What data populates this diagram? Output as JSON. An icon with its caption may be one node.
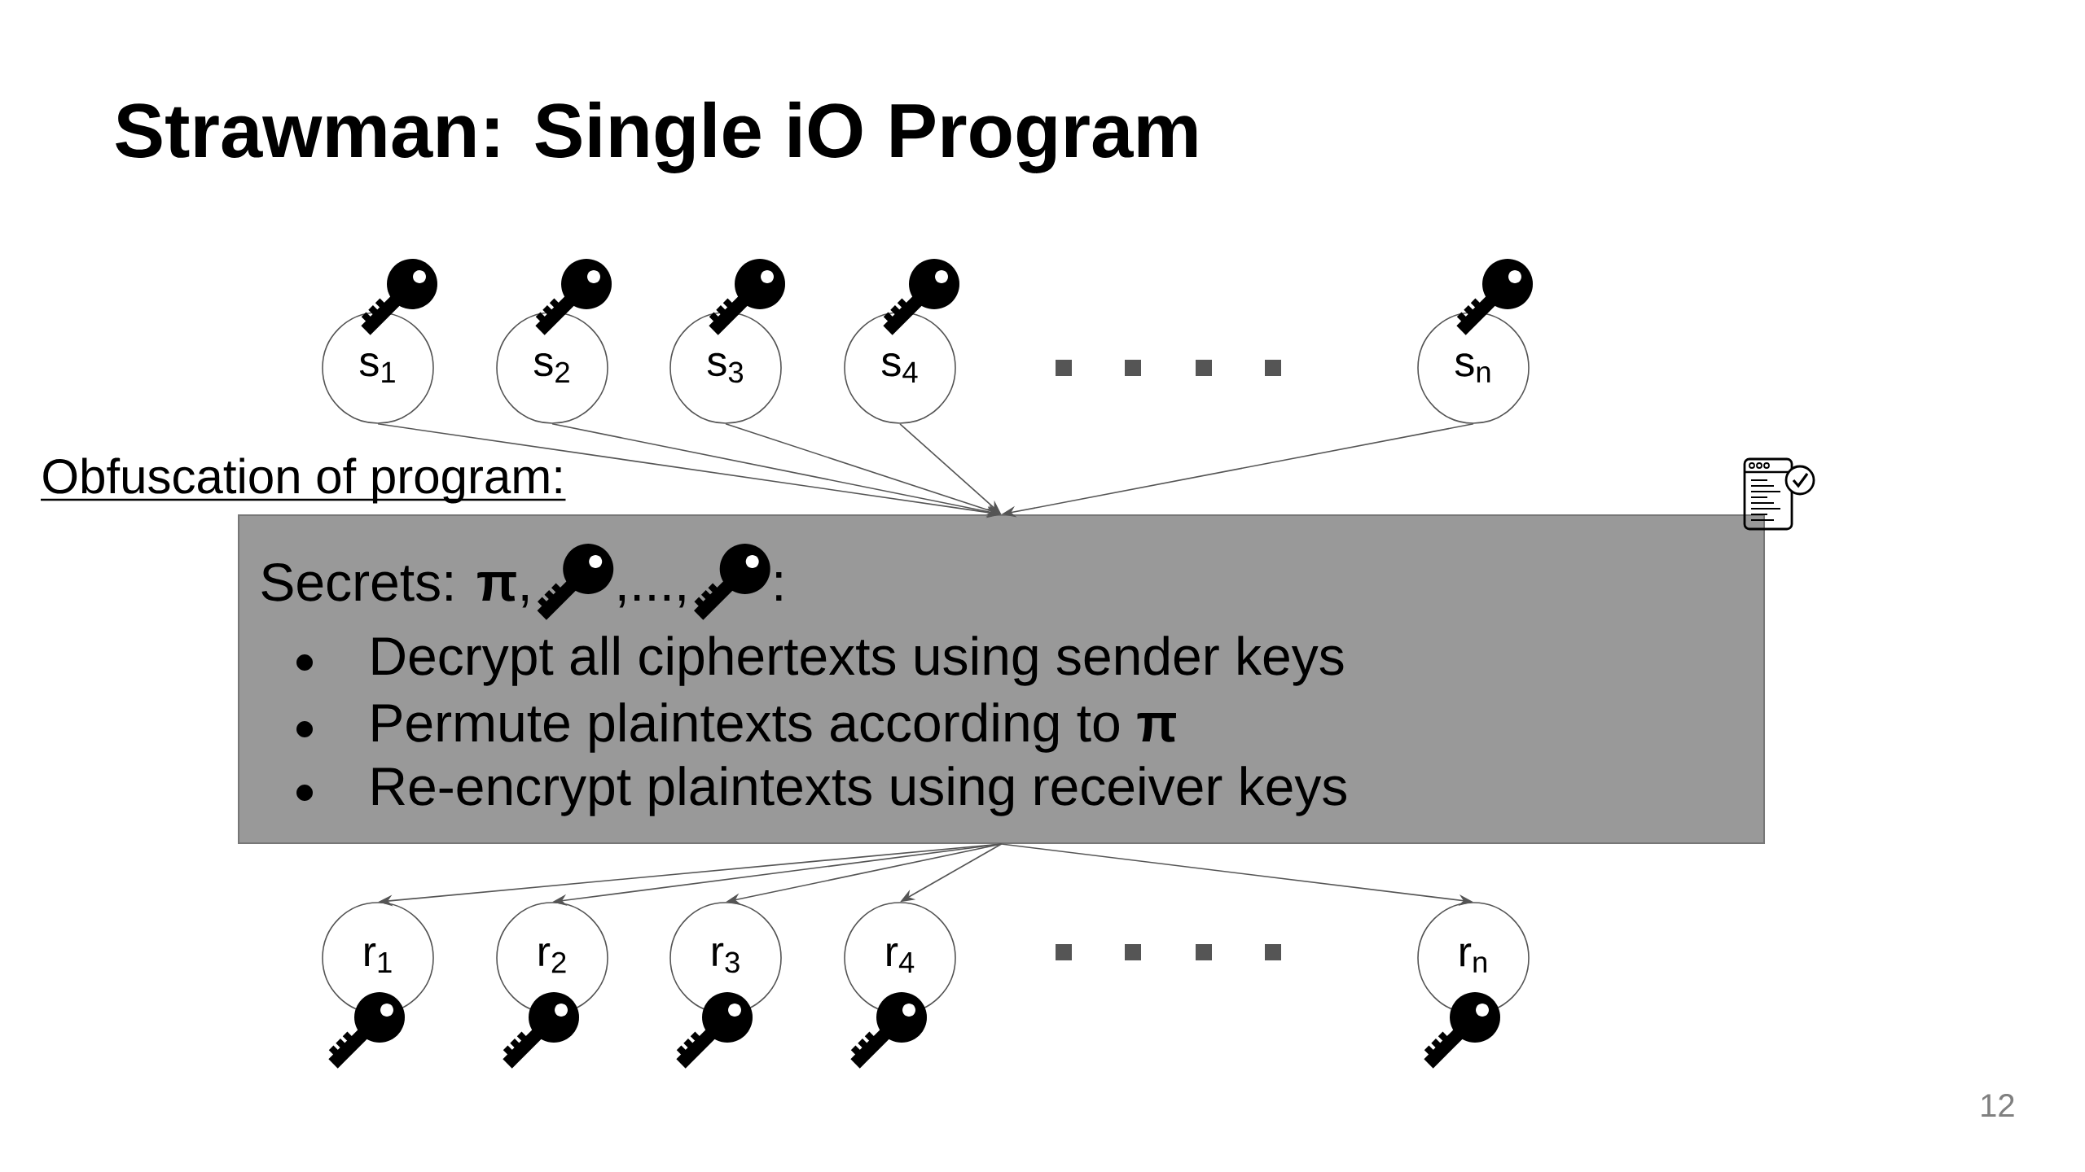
{
  "diagram": {
    "title": "Strawman: Single iO Program",
    "nodes": [
      {
        "text": [
          "s$_{1}$"
        ]
      },
      {
        "text": [
          "s$_{2}$"
        ]
      },
      {
        "text": [
          "s$_{3}$"
        ]
      },
      {
        "text": [
          "s$_{4}$"
        ]
      },
      {
        "text": [
          "s$_{n}$"
        ]
      },
      {
        "text": [
          "Secrets: **π**,",
          ",...,",
          ":",
          "Decrypt all ciphertexts using sender keys",
          "Permute plaintexts according to **π**",
          "Re-encrypt plaintexts using receiver keys"
        ]
      },
      {
        "text": [
          "r$_{1}$"
        ]
      },
      {
        "text": [
          "r$_{2}$"
        ]
      },
      {
        "text": [
          "r$_{3}$"
        ]
      },
      {
        "text": [
          "r$_{4}$"
        ]
      },
      {
        "text": [
          "r$_{n}$"
        ]
      }
    ],
    "edges": [
      {
        "from": 0,
        "to": 5,
        "arrow": "to"
      },
      {
        "from": 1,
        "to": 5,
        "arrow": "to"
      },
      {
        "from": 2,
        "to": 5,
        "arrow": "to"
      },
      {
        "from": 3,
        "to": 5,
        "arrow": "to"
      },
      {
        "from": 4,
        "to": 5,
        "arrow": "to"
      },
      {
        "from": 5,
        "to": 6,
        "arrow": "to"
      },
      {
        "from": 5,
        "to": 7,
        "arrow": "to"
      },
      {
        "from": 5,
        "to": 8,
        "arrow": "to"
      },
      {
        "from": 5,
        "to": 9,
        "arrow": "to"
      },
      {
        "from": 5,
        "to": 10,
        "arrow": "to"
      }
    ],
    "labels": [
      "Obfuscation of program:",
      "12"
    ]
  }
}
